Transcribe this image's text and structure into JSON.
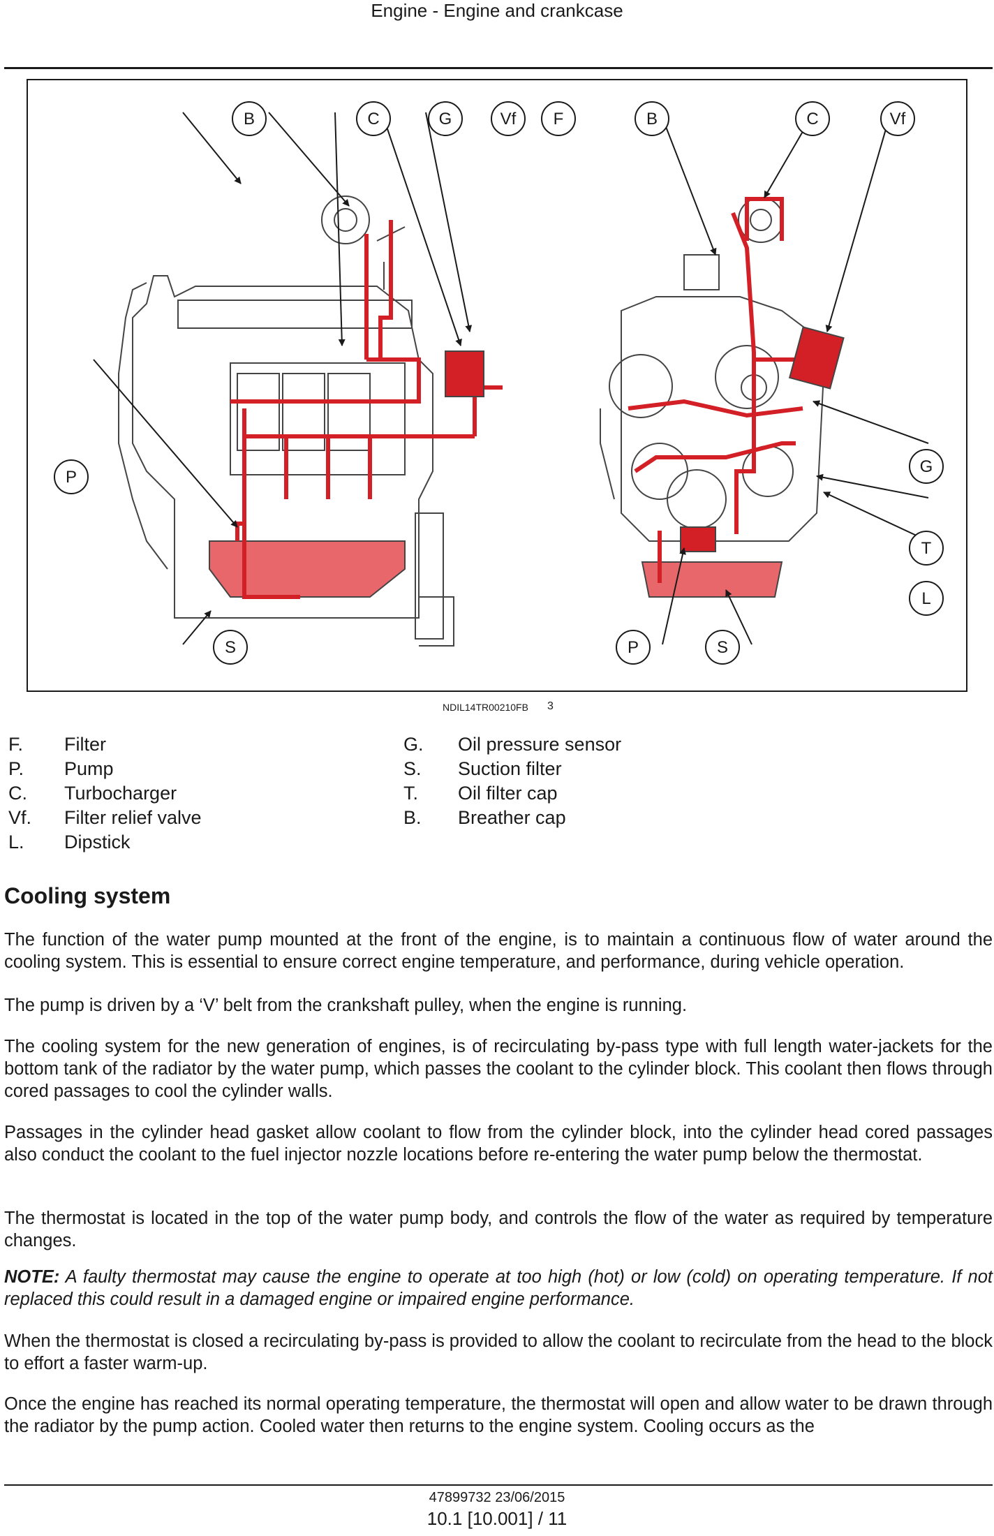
{
  "header": {
    "title": "Engine - Engine and crankcase"
  },
  "figure": {
    "left_callouts": [
      "B",
      "C",
      "G",
      "Vf",
      "F",
      "P",
      "S"
    ],
    "right_callouts": [
      "B",
      "C",
      "Vf",
      "G",
      "T",
      "L",
      "P",
      "S"
    ],
    "id": "NDIL14TR00210FB",
    "number": "3",
    "oil_color": "#d31f26",
    "sump_color": "#e8676a"
  },
  "legend": [
    {
      "code": "F.",
      "label": "Filter"
    },
    {
      "code": "P.",
      "label": "Pump"
    },
    {
      "code": "C.",
      "label": "Turbocharger"
    },
    {
      "code": "Vf.",
      "label": "Filter relief valve"
    },
    {
      "code": "L.",
      "label": "Dipstick"
    },
    {
      "code": "G.",
      "label": "Oil pressure sensor"
    },
    {
      "code": "S.",
      "label": "Suction filter"
    },
    {
      "code": "T.",
      "label": "Oil filter cap"
    },
    {
      "code": "B.",
      "label": "Breather cap"
    }
  ],
  "section": {
    "title": "Cooling system",
    "paragraphs": [
      "The function of the water pump mounted at the front of the engine, is to maintain a continuous flow of water around the cooling system. This is essential to ensure correct engine temperature, and performance, during vehicle operation.",
      "The pump is driven by a ‘V’ belt from the crankshaft pulley, when the engine is running.",
      "The cooling system for the new generation of engines, is of recirculating by-pass type with full length water-jackets for the bottom tank of the radiator by the water pump, which passes the coolant to the cylinder block. This coolant then flows through cored passages to cool the cylinder walls.",
      "Passages in the cylinder head gasket allow coolant to flow from the cylinder block, into the cylinder head cored passages also conduct the coolant to the fuel injector nozzle locations before re-entering the water pump below the thermostat.",
      "The thermostat is located in the top of the water pump body, and controls the flow of the water as required by temperature changes."
    ],
    "note_label": "NOTE:",
    "note_text": "A faulty thermostat may cause the engine to operate at too high (hot) or low (cold) on operating temperature. If not replaced this could result in a damaged engine or impaired engine performance.",
    "paragraphs2": [
      "When the thermostat is closed a recirculating by-pass is provided to allow the coolant to recirculate from the head to the block to effort a faster warm-up.",
      "Once the engine has reached its normal operating temperature, the thermostat will open and allow water to be drawn through the radiator by the pump action.  Cooled water then returns to the engine system.  Cooling occurs as the"
    ]
  },
  "footer": {
    "doc": "47899732 23/06/2015",
    "page": "10.1 [10.001] / 11"
  }
}
